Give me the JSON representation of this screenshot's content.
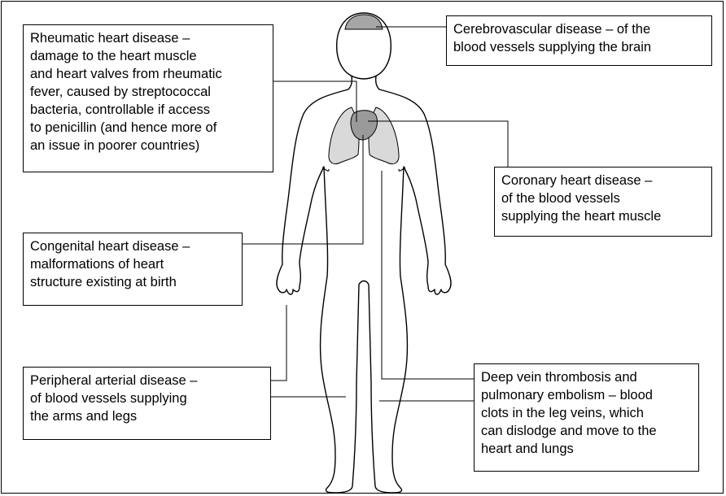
{
  "callouts": {
    "rheumatic": "Rheumatic heart disease –\ndamage to the heart muscle\nand heart valves from rheumatic\nfever, caused by streptococcal\nbacteria, controllable if access\nto penicillin (and hence more of\nan issue in poorer countries)",
    "cerebrovascular": "Cerebrovascular disease –  of the\nblood vessels supplying the brain",
    "coronary": "Coronary heart disease –\nof the blood vessels\nsupplying the heart muscle",
    "congenital": "Congenital heart disease –\nmalformations of heart\nstructure existing at birth",
    "peripheral": "Peripheral arterial disease –\nof blood vessels supplying\nthe arms and legs",
    "dvt": "Deep vein thrombosis and\npulmonary embolism – blood\nclots in the leg veins, which\ncan dislodge and move to the\nheart and lungs"
  },
  "colors": {
    "outline": "#000000",
    "lung_fill": "#d9d9d9",
    "heart_fill": "#9a9a9a",
    "brain_fill": "#a6a6a6"
  }
}
